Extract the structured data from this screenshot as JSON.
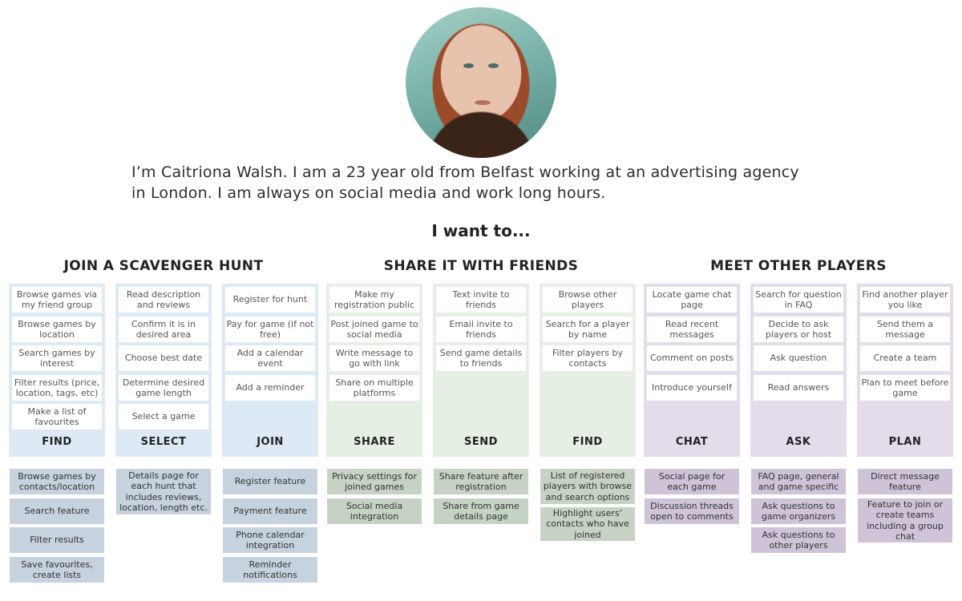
{
  "persona": {
    "intro_line1": "I’m Caitriona Walsh. I am a 23 year old from Belfast working at an advertising agency",
    "intro_line2": "in London. I am always on social media and work long hours."
  },
  "want_heading": "I want to...",
  "groups": [
    {
      "title": "JOIN A SCAVENGER HUNT"
    },
    {
      "title": "SHARE IT WITH FRIENDS"
    },
    {
      "title": "MEET OTHER PLAYERS"
    }
  ],
  "colors": {
    "blue": "#dde9f4",
    "green": "#e6efe4",
    "purple": "#e4dcea"
  },
  "columns": [
    {
      "label": "FIND",
      "tasks": [
        "Browse games via my friend group",
        "Browse games by location",
        "Search games by interest",
        "Filter results (price, location, tags, etc)",
        "Make a list of favourites"
      ],
      "features": [
        "Browse games by contacts/location",
        "Search feature",
        "Filter results",
        "Save favourites, create lists"
      ]
    },
    {
      "label": "SELECT",
      "tasks": [
        "Read description and reviews",
        "Confirm it is in desired area",
        "Choose best date",
        "Determine desired game length",
        "Select a game"
      ],
      "features": [
        "Details page for each hunt that includes reviews, location, length etc."
      ]
    },
    {
      "label": "JOIN",
      "tasks": [
        "Register for hunt",
        "Pay for game (if not free)",
        "Add a calendar event",
        "Add a reminder"
      ],
      "features": [
        "Register feature",
        "Payment feature",
        "Phone calendar integration",
        "Reminder notifications"
      ]
    },
    {
      "label": "SHARE",
      "tasks": [
        "Make my registration public",
        "Post joined game to social media",
        "Write message to go with link",
        "Share on multiple platforms"
      ],
      "features": [
        "Privacy settings for joined games",
        "Social media integration"
      ]
    },
    {
      "label": "SEND",
      "tasks": [
        "Text invite to friends",
        "Email invite to friends",
        "Send game details to friends"
      ],
      "features": [
        "Share feature after registration",
        "Share from game details page"
      ]
    },
    {
      "label": "FIND",
      "tasks": [
        "Browse other players",
        "Search for a player by name",
        "Filter players by contacts"
      ],
      "features": [
        "List of registered players with browse and search options",
        "Highlight users’ contacts who have joined"
      ]
    },
    {
      "label": "CHAT",
      "tasks": [
        "Locate game chat page",
        "Read recent messages",
        "Comment on posts",
        "Introduce yourself"
      ],
      "features": [
        "Social page for each game",
        "Discussion threads open to comments"
      ]
    },
    {
      "label": "ASK",
      "tasks": [
        "Search for question in FAQ",
        "Decide to ask players or host",
        "Ask question",
        "Read answers"
      ],
      "features": [
        "FAQ page, general and game specific",
        "Ask questions to game organizers",
        "Ask questions to other players"
      ]
    },
    {
      "label": "PLAN",
      "tasks": [
        "Find another player you like",
        "Send them a message",
        "Create a team",
        "Plan to meet before game"
      ],
      "features": [
        "Direct message feature",
        "Feature to join or create teams including a group chat"
      ]
    }
  ]
}
